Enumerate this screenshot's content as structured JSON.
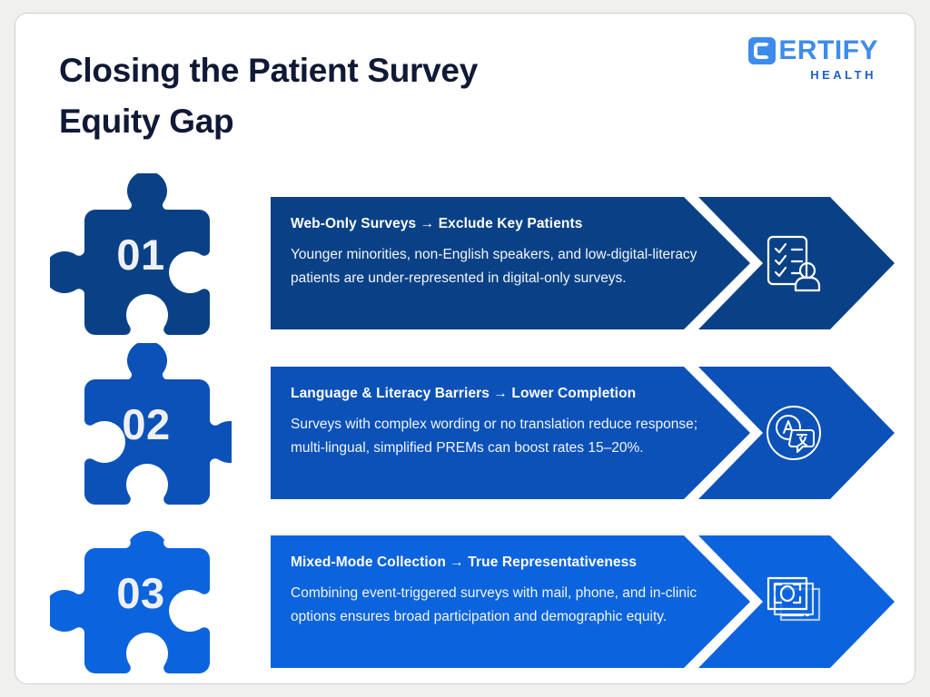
{
  "page": {
    "background_color": "#f0f0ef",
    "card_color": "#ffffff",
    "title": "Closing the Patient Survey\nEquity Gap",
    "title_color": "#101935"
  },
  "logo": {
    "mark": "certify-c-mark",
    "wordmark": "ERTIFY",
    "tagline": "HEALTH",
    "mark_color": "#3d8ceb",
    "tagline_color": "#1f5fc4"
  },
  "steps": [
    {
      "number": "01",
      "piece_color": "#0a4186",
      "banner_color": "#0a4186",
      "title": "Web-Only Surveys → Exclude Key Patients",
      "body": "Younger minorities, non-English speakers, and low-digital-literacy patients are under-represented in digital-only surveys.",
      "icon": "survey-checklist-person-icon"
    },
    {
      "number": "02",
      "piece_color": "#0b51b8",
      "banner_color": "#0b51b8",
      "title": "Language & Literacy Barriers → Lower Completion",
      "body": "Surveys with complex wording or no translation reduce response; multi-lingual, simplified PREMs can boost rates 15–20%.",
      "icon": "translation-speech-bubbles-icon"
    },
    {
      "number": "03",
      "piece_color": "#0b63dd",
      "banner_color": "#0b63dd",
      "title": "Mixed-Mode Collection → True Representativeness",
      "body": "Combining event-triggered surveys with mail, phone, and in-clinic options ensures broad participation and demographic equity.",
      "icon": "stacked-cards-focus-icon"
    }
  ]
}
